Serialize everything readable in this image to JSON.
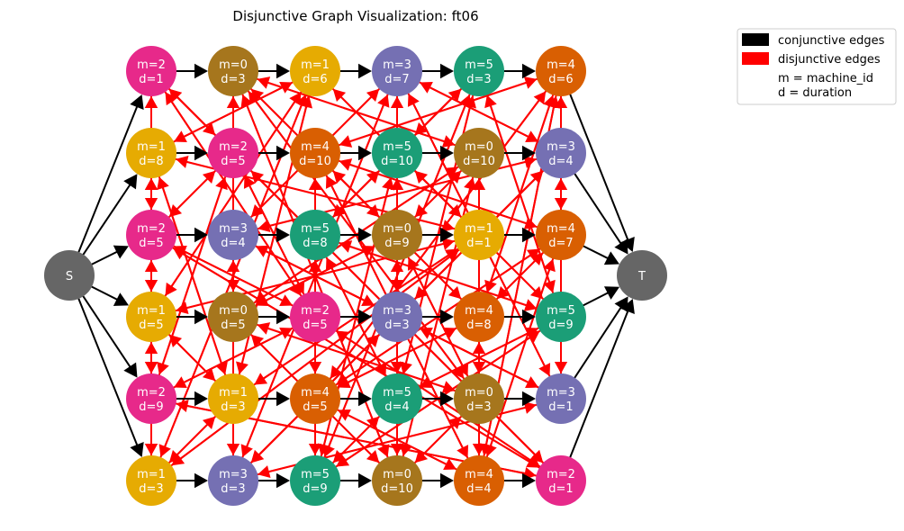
{
  "title": "Disjunctive Graph Visualization: ft06",
  "source_label": "S",
  "sink_label": "T",
  "legend": {
    "conjunctive": "conjunctive edges",
    "disjunctive": "disjunctive edges",
    "note_line1": "m = machine_id",
    "note_line2": "d = duration"
  },
  "colors": {
    "conjunctive": "#000000",
    "disjunctive": "#ff0000",
    "terminal": "#666666",
    "machines": [
      "#a6761d",
      "#e6ab02",
      "#e7298a",
      "#7570b3",
      "#d95f02",
      "#1b9e77"
    ]
  },
  "jobs": [
    {
      "ops": [
        {
          "m": 2,
          "d": 1
        },
        {
          "m": 0,
          "d": 3
        },
        {
          "m": 1,
          "d": 6
        },
        {
          "m": 3,
          "d": 7
        },
        {
          "m": 5,
          "d": 3
        },
        {
          "m": 4,
          "d": 6
        }
      ]
    },
    {
      "ops": [
        {
          "m": 1,
          "d": 8
        },
        {
          "m": 2,
          "d": 5
        },
        {
          "m": 4,
          "d": 10
        },
        {
          "m": 5,
          "d": 10
        },
        {
          "m": 0,
          "d": 10
        },
        {
          "m": 3,
          "d": 4
        }
      ]
    },
    {
      "ops": [
        {
          "m": 2,
          "d": 5
        },
        {
          "m": 3,
          "d": 4
        },
        {
          "m": 5,
          "d": 8
        },
        {
          "m": 0,
          "d": 9
        },
        {
          "m": 1,
          "d": 1
        },
        {
          "m": 4,
          "d": 7
        }
      ]
    },
    {
      "ops": [
        {
          "m": 1,
          "d": 5
        },
        {
          "m": 0,
          "d": 5
        },
        {
          "m": 2,
          "d": 5
        },
        {
          "m": 3,
          "d": 3
        },
        {
          "m": 4,
          "d": 8
        },
        {
          "m": 5,
          "d": 9
        }
      ]
    },
    {
      "ops": [
        {
          "m": 2,
          "d": 9
        },
        {
          "m": 1,
          "d": 3
        },
        {
          "m": 4,
          "d": 5
        },
        {
          "m": 5,
          "d": 4
        },
        {
          "m": 0,
          "d": 3
        },
        {
          "m": 3,
          "d": 1
        }
      ]
    },
    {
      "ops": [
        {
          "m": 1,
          "d": 3
        },
        {
          "m": 3,
          "d": 3
        },
        {
          "m": 5,
          "d": 9
        },
        {
          "m": 0,
          "d": 10
        },
        {
          "m": 4,
          "d": 4
        },
        {
          "m": 2,
          "d": 1
        }
      ]
    }
  ]
}
